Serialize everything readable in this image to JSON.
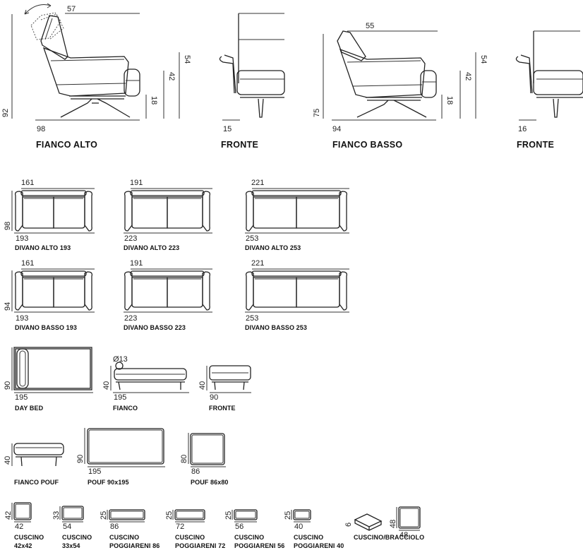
{
  "side_views": {
    "fianco_alto": {
      "label": "FIANCO ALTO",
      "width": "98",
      "depth": "57",
      "height": "92",
      "back_height": "54",
      "seat_height": "42",
      "base_height": "18"
    },
    "fronte_1": {
      "label": "FRONTE",
      "dim": "15"
    },
    "fianco_basso": {
      "label": "FIANCO BASSO",
      "width": "94",
      "depth": "55",
      "height": "75",
      "back_height": "54",
      "seat_height": "42",
      "base_height": "18"
    },
    "fronte_2": {
      "label": "FRONTE",
      "dim": "16"
    }
  },
  "sofas": [
    {
      "label": "DIVANO ALTO 193",
      "seat": "161",
      "total": "193",
      "depth": "98"
    },
    {
      "label": "DIVANO ALTO 223",
      "seat": "191",
      "total": "223"
    },
    {
      "label": "DIVANO ALTO 253",
      "seat": "221",
      "total": "253"
    },
    {
      "label": "DIVANO BASSO 193",
      "seat": "161",
      "total": "193",
      "depth": "94"
    },
    {
      "label": "DIVANO BASSO 223",
      "seat": "191",
      "total": "223"
    },
    {
      "label": "DIVANO BASSO 253",
      "seat": "221",
      "total": "253"
    }
  ],
  "day_bed": {
    "top": {
      "label": "DAY BED",
      "width": "195",
      "depth": "90"
    },
    "side": {
      "label": "FIANCO",
      "width": "195",
      "height": "40",
      "cushion": "Ø13"
    },
    "front": {
      "label": "FRONTE",
      "width": "90",
      "height": "40"
    }
  },
  "poufs": [
    {
      "label": "FIANCO POUF",
      "height": "40"
    },
    {
      "label": "POUF 90x195",
      "width": "195",
      "depth": "90"
    },
    {
      "label": "POUF 86x80",
      "width": "86",
      "depth": "80"
    }
  ],
  "cushions": [
    {
      "line1": "CUSCINO",
      "line2": "42x42",
      "w": "42",
      "h": "42"
    },
    {
      "line1": "CUSCINO",
      "line2": "33x54",
      "w": "54",
      "h": "33"
    },
    {
      "line1": "CUSCINO",
      "line2": "POGGIARENI 86",
      "w": "86",
      "h": "25"
    },
    {
      "line1": "CUSCINO",
      "line2": "POGGIARENI 72",
      "w": "72",
      "h": "25"
    },
    {
      "line1": "CUSCINO",
      "line2": "POGGIARENI 56",
      "w": "56",
      "h": "25"
    },
    {
      "line1": "CUSCINO",
      "line2": "POGGIARENI 40",
      "w": "40",
      "h": "25"
    },
    {
      "line1": "CUSCINO/BRACCIOLO",
      "line2": "",
      "w": "48",
      "h": "48",
      "thick": "6"
    }
  ]
}
